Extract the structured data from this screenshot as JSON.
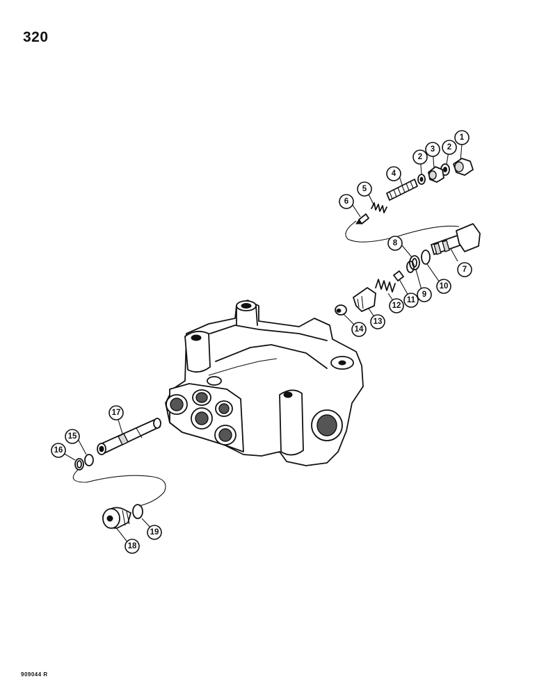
{
  "page": {
    "number": "320",
    "figure_code": "909044 R"
  },
  "callouts": [
    {
      "label": "1"
    },
    {
      "label": "2"
    },
    {
      "label": "3"
    },
    {
      "label": "2"
    },
    {
      "label": "4"
    },
    {
      "label": "5"
    },
    {
      "label": "6"
    },
    {
      "label": "7"
    },
    {
      "label": "8"
    },
    {
      "label": "9"
    },
    {
      "label": "10"
    },
    {
      "label": "11"
    },
    {
      "label": "12"
    },
    {
      "label": "13"
    },
    {
      "label": "14"
    },
    {
      "label": "15"
    },
    {
      "label": "16"
    },
    {
      "label": "17"
    },
    {
      "label": "18"
    },
    {
      "label": "19"
    }
  ]
}
